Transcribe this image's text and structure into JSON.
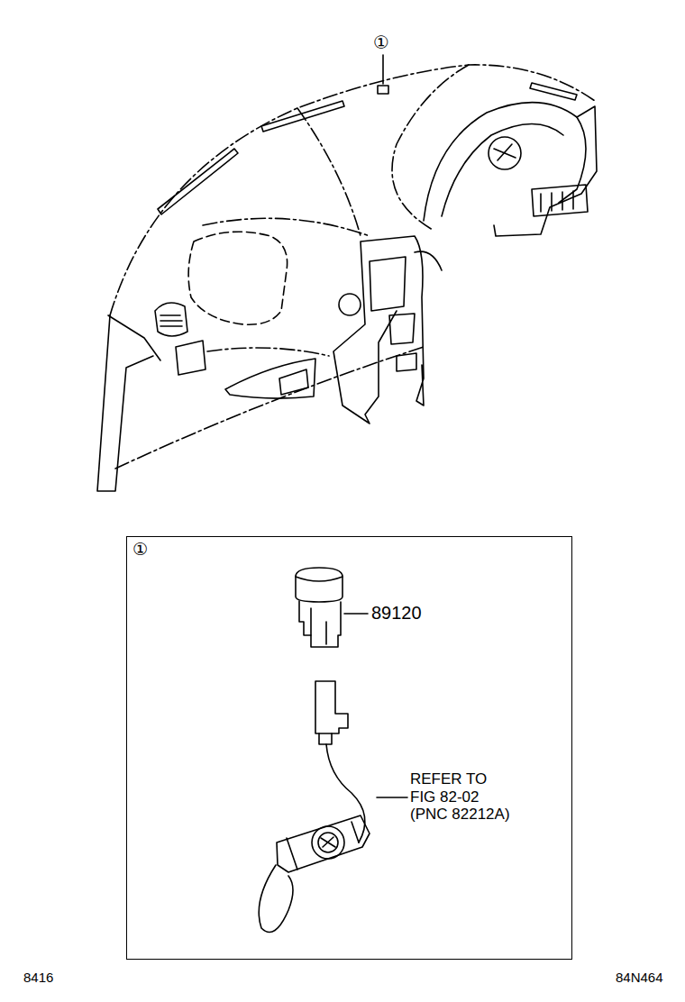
{
  "diagram": {
    "nodes": [
      {
        "text": [
          "①"
        ]
      }
    ],
    "labels": [
      "①",
      "89120",
      "REFER TO FIG 82-02 (PNC 82212A)",
      "8416",
      "84N464"
    ]
  }
}
